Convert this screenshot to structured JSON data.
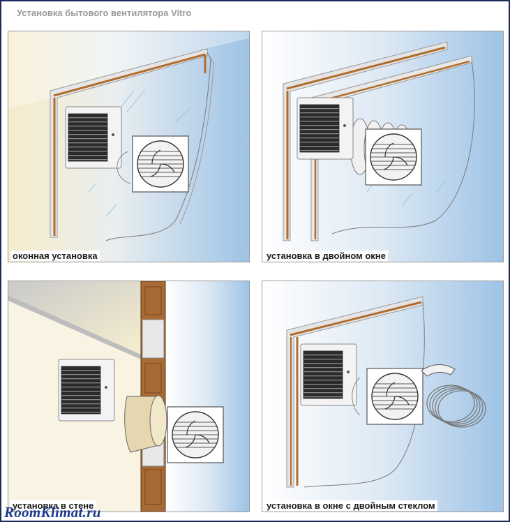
{
  "title": "Установка бытового вентилятора Vitro",
  "panels": [
    {
      "caption": "оконная установка"
    },
    {
      "caption": "установка в двойном окне"
    },
    {
      "caption": "установка в стене"
    },
    {
      "caption": "установка в окне с двойным стеклом"
    }
  ],
  "watermark": "RoomKlimat.ru",
  "colors": {
    "frame_border": "#1c2a5c",
    "sky": "#a9cbe9",
    "wall_cream": "#f4e9c6",
    "window_frame": "#e2e2e2",
    "wood": "#a06a35",
    "fan_grille": "#2e2e2e",
    "watermark": "#1c3a8f"
  }
}
